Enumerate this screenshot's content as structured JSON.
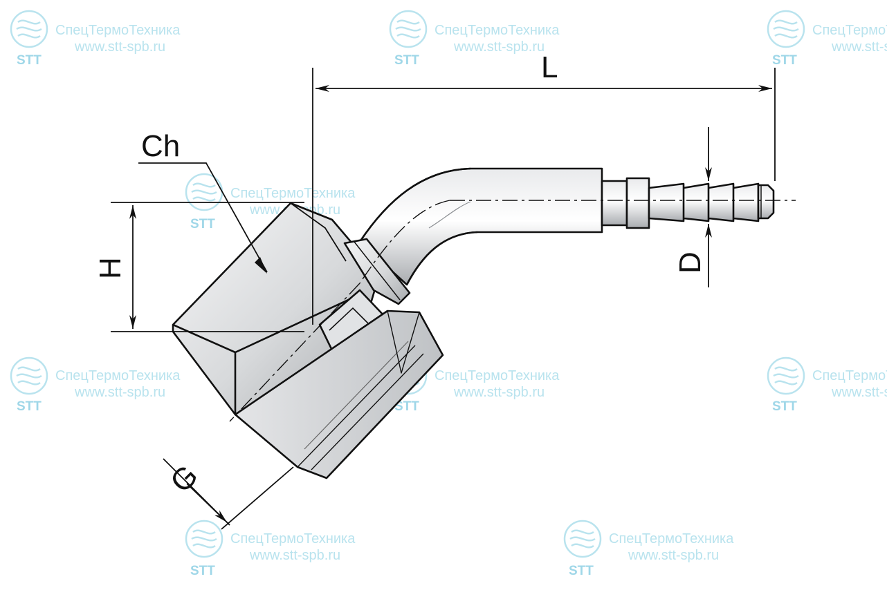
{
  "dimensions": {
    "length_label": "L",
    "hex_label": "Ch",
    "height_label": "H",
    "diameter_label": "D",
    "thread_label": "G"
  },
  "watermark": {
    "company": "СпецТермоТехника",
    "url": "www.stt-spb.ru",
    "abbr": "STT",
    "color": "#b9e3ee"
  },
  "colors": {
    "line": "#111111",
    "metal_light": "#f2f3f4",
    "metal_mid": "#c9cbce",
    "metal_dark": "#9a9da1"
  }
}
